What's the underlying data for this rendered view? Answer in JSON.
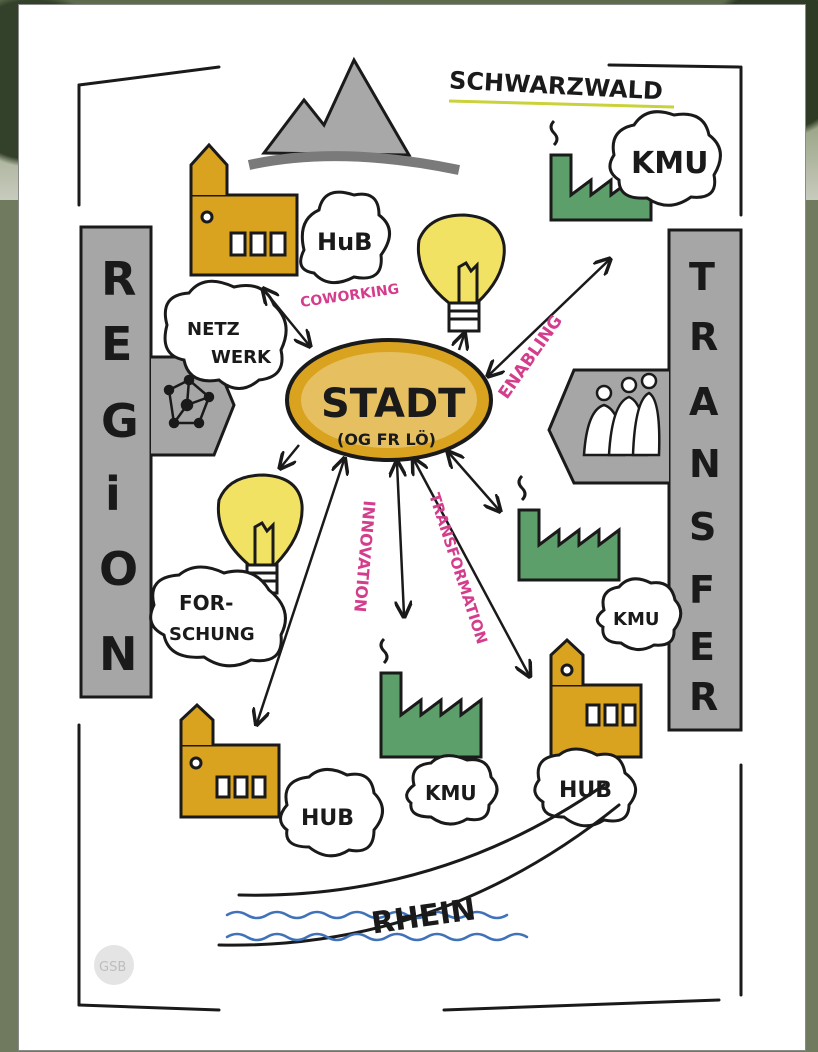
{
  "labels": {
    "schwarzwald": "SCHWARZWALD",
    "region": [
      "R",
      "E",
      "G",
      "i",
      "O",
      "N"
    ],
    "transfer": [
      "T",
      "R",
      "A",
      "N",
      "S",
      "F",
      "E",
      "R"
    ],
    "stadt": "STADT",
    "stadt_sub": "(OG FR LÖ)",
    "hub": "HuB",
    "hub2": "HUB",
    "kmu": "KMU",
    "kmu_small": "KMU",
    "netzwerk_1": "NETZ",
    "netzwerk_2": "WERK",
    "forschung_1": "FOR-",
    "forschung_2": "SCHUNG",
    "coworking": "COWORKING",
    "enabling": "ENABLING",
    "innovation": "INNOVATION",
    "transformation": "TRANSFORMATION",
    "rhein": "RHEIN",
    "signature": "GSB"
  },
  "colors": {
    "ochre": "#d9a320",
    "green": "#5d9f6a",
    "grey": "#9a9a9a",
    "pink": "#d43c8c",
    "river": "#3f72b8",
    "bulb": "#f2e264",
    "ink": "#1a1a1a"
  }
}
